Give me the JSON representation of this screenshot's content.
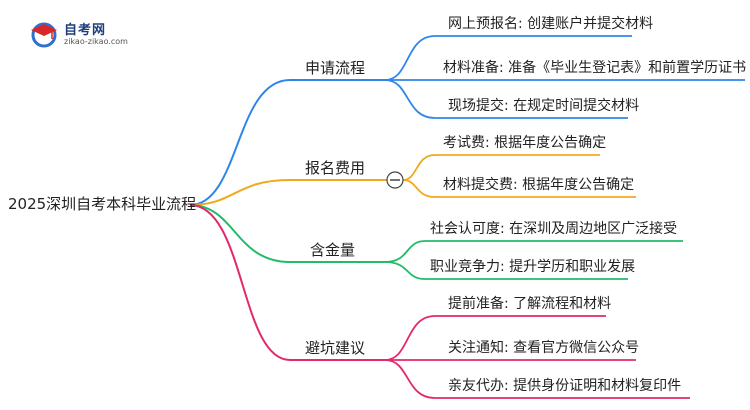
{
  "logo": {
    "name": "自考网",
    "url": "zikao-zikao.com",
    "icon": "graduation-cap-logo"
  },
  "root": "2025深圳自考本科毕业流程",
  "branches": [
    {
      "label": "申请流程",
      "color": "#2f86e8",
      "leaves": [
        "网上预报名: 创建账户并提交材料",
        "材料准备: 准备《毕业生登记表》和前置学历证书",
        "现场提交: 在规定时间提交材料"
      ]
    },
    {
      "label": "报名费用",
      "color": "#f2a91b",
      "collapse_symbol": "−",
      "leaves": [
        "考试费: 根据年度公告确定",
        "材料提交费: 根据年度公告确定"
      ]
    },
    {
      "label": "含金量",
      "color": "#22bb6a",
      "leaves": [
        "社会认可度: 在深圳及周边地区广泛接受",
        "职业竞争力: 提升学历和职业发展"
      ]
    },
    {
      "label": "避坑建议",
      "color": "#e3286e",
      "leaves": [
        "提前准备: 了解流程和材料",
        "关注通知: 查看官方微信公众号",
        "亲友代办: 提供身份证明和材料复印件"
      ]
    }
  ]
}
